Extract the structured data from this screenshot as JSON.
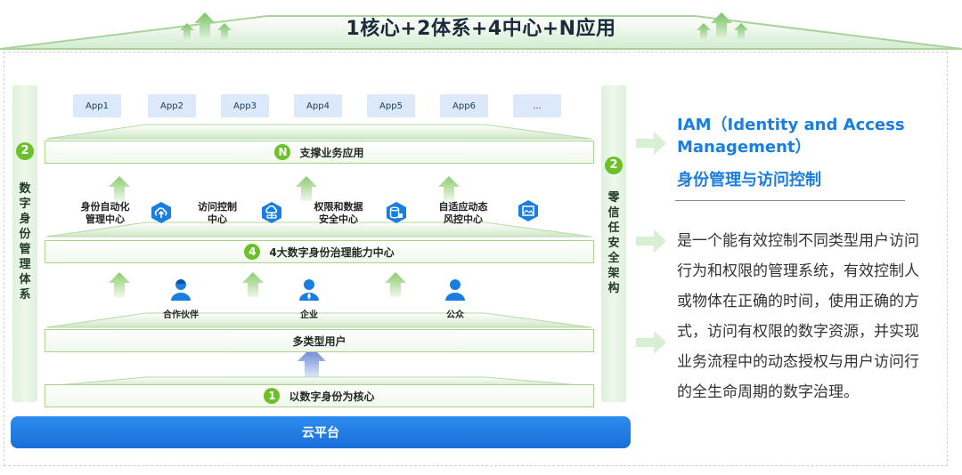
{
  "top_title": "1核心+2体系+4中心+N应用",
  "left_pillar": {
    "badge": "2",
    "text": "数\n字\n身\n份\n管\n理\n体\n系"
  },
  "right_pillar": {
    "badge": "2",
    "text": "零\n信\n任\n安\n全\n架\n构"
  },
  "apps": [
    "App1",
    "App2",
    "App3",
    "App4",
    "App5",
    "App6",
    "..."
  ],
  "layer_n": {
    "badge": "N",
    "label": "支撑业务应用"
  },
  "centers": [
    {
      "label_line1": "身份自动化",
      "label_line2": "管理中心",
      "icon": "cloud-upload-icon"
    },
    {
      "label_line1": "访问控制",
      "label_line2": "中心",
      "icon": "network-cloud-icon"
    },
    {
      "label_line1": "权限和数据",
      "label_line2": "安全中心",
      "icon": "database-lock-icon"
    },
    {
      "label_line1": "自适应动态",
      "label_line2": "风控中心",
      "icon": "image-frame-icon"
    }
  ],
  "layer_4": {
    "badge": "4",
    "label": "4大数字身份治理能力中心"
  },
  "users": [
    {
      "label": "合作伙伴",
      "icon": "partner-icon"
    },
    {
      "label": "企业",
      "icon": "enterprise-user-icon"
    },
    {
      "label": "公众",
      "icon": "public-user-icon"
    }
  ],
  "layer_users": {
    "label": "多类型用户"
  },
  "layer_core": {
    "badge": "1",
    "label": "以数字身份为核心"
  },
  "cloud_platform": "云平台",
  "iam": {
    "title": "IAM（Identity and Access Management）",
    "subtitle": "身份管理与访问控制",
    "description": "是一个能有效控制不同类型用户访问行为和权限的管理系统，有效控制人或物体在正确的时间，使用正确的方式，访问有权限的数字资源，并实现业务流程中的动态授权与用户访问行的全生命周期的数字治理。"
  },
  "colors": {
    "accent_blue": "#1a7de0",
    "green": "#6cc02a",
    "platform_blue": "#1a6fd8",
    "app_bg": "#dbe9fb"
  }
}
